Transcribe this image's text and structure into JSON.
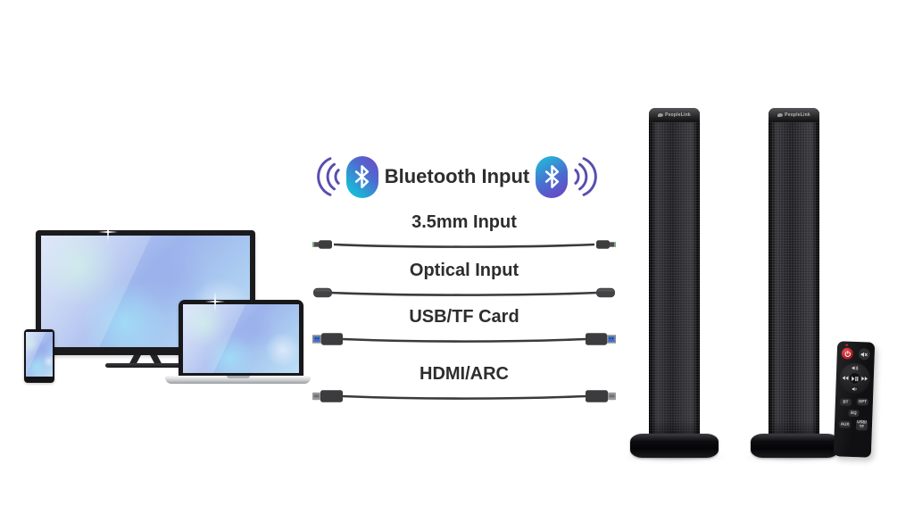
{
  "connectivity": {
    "bluetooth": {
      "label": "Bluetooth Input",
      "accent_cyan": "#1db3d8",
      "accent_purple": "#6d49c6",
      "wave_color": "#574fae"
    },
    "cables": [
      {
        "id": "aux",
        "label": "3.5mm Input",
        "connector": "3.5mm-jack"
      },
      {
        "id": "optical",
        "label": "Optical Input",
        "connector": "optical-toslink"
      },
      {
        "id": "usb",
        "label": "USB/TF Card",
        "connector": "usb-a"
      },
      {
        "id": "hdmi",
        "label": "HDMI/ARC",
        "connector": "hdmi"
      }
    ]
  },
  "devices": {
    "tv": "television",
    "laptop": "laptop",
    "phone": "smartphone"
  },
  "speakers": {
    "brand": "PeopleLink",
    "count": 2,
    "body_color": "#1a1a1d"
  },
  "remote": {
    "body_color": "#161618",
    "power_color": "#c3242b",
    "buttons": {
      "bt": {
        "label": "BT"
      },
      "opt": {
        "label": "OPT"
      },
      "eq": {
        "label": "EQ"
      },
      "aux": {
        "label": "AUX"
      },
      "usb_tf": {
        "label": "USB/TF"
      }
    }
  }
}
